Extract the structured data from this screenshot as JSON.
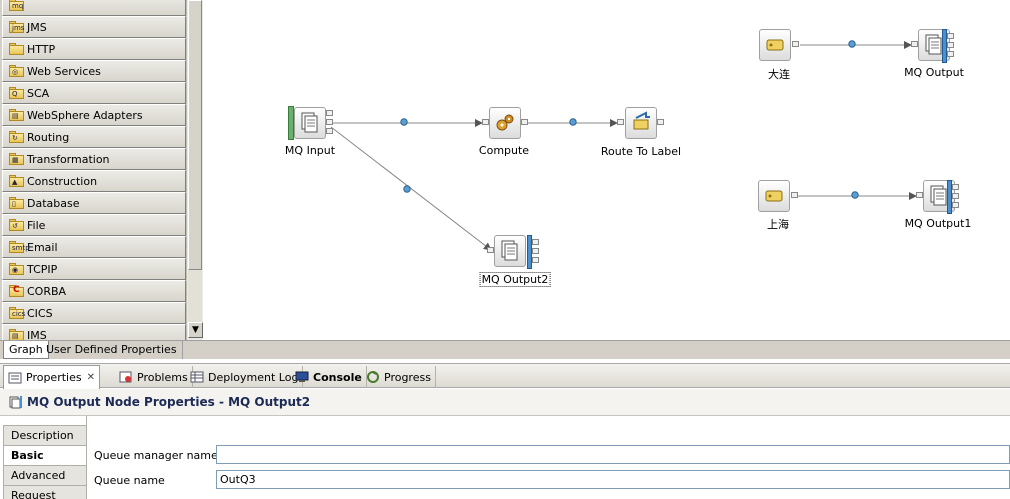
{
  "palette": {
    "items": [
      {
        "label": "",
        "mark": "mq"
      },
      {
        "label": "JMS",
        "mark": "jms"
      },
      {
        "label": "HTTP",
        "mark": ""
      },
      {
        "label": "Web Services",
        "mark": "◎"
      },
      {
        "label": "SCA",
        "mark": "Q"
      },
      {
        "label": "WebSphere Adapters",
        "mark": "▤"
      },
      {
        "label": "Routing",
        "mark": "↻"
      },
      {
        "label": "Transformation",
        "mark": "▦"
      },
      {
        "label": "Construction",
        "mark": "▲"
      },
      {
        "label": "Database",
        "mark": "▯"
      },
      {
        "label": "File",
        "mark": "↺"
      },
      {
        "label": "Email",
        "mark": "smtp"
      },
      {
        "label": "TCPIP",
        "mark": "◉"
      },
      {
        "label": "CORBA",
        "mark": "C"
      },
      {
        "label": "CICS",
        "mark": "cics"
      },
      {
        "label": "IMS",
        "mark": "▤"
      }
    ]
  },
  "canvas": {
    "nodes": {
      "mq_input": "MQ Input",
      "compute": "Compute",
      "route_to_label": "Route To Label",
      "mq_output2": "MQ Output2",
      "label_dalian": "大连",
      "mq_output": "MQ Output",
      "label_shanghai": "上海",
      "mq_output1": "MQ Output1"
    }
  },
  "editor_tabs": [
    "Graph",
    "User Defined Properties"
  ],
  "view_tabs": {
    "properties": "Properties",
    "problems": "Problems",
    "deployment_log": "Deployment Log",
    "console": "Console",
    "progress": "Progress"
  },
  "properties": {
    "title": "MQ Output Node Properties - MQ Output2",
    "nav": [
      "Description",
      "Basic",
      "Advanced",
      "Request"
    ],
    "fields": {
      "queue_manager_label": "Queue manager name",
      "queue_manager_value": "",
      "queue_name_label": "Queue name",
      "queue_name_value": "OutQ3"
    }
  },
  "colors": {
    "accent_blue": "#4a90d0",
    "input_green": "#6ab06a",
    "title_text": "#1c2a55"
  }
}
